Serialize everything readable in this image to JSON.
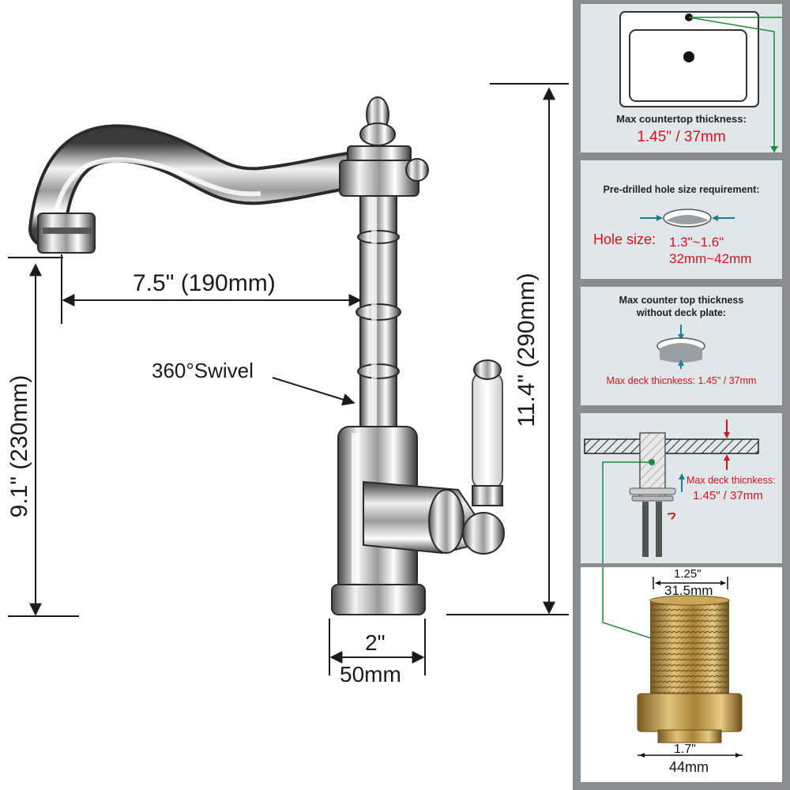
{
  "main": {
    "reach_label": "7.5\" (190mm)",
    "swivel_label": "360°Swivel",
    "spout_height_label": "9.1\" (230mm)",
    "total_height_label": "11.4\" (290mm)",
    "base_inch_label": "2\"",
    "base_mm_label": "50mm"
  },
  "panel": {
    "card1": {
      "title": "Max countertop thickness:",
      "value": "1.45\" / 37mm"
    },
    "card2": {
      "title": "Pre-drilled hole size requirement:",
      "hole_label": "Hole size:",
      "hole_inch": "1.3\"~1.6\"",
      "hole_mm": "32mm~42mm"
    },
    "card3": {
      "title_line1": "Max counter top thickness",
      "title_line2": "without deck plate:",
      "value": "Max deck thicnkess: 1.45\" / 37mm"
    },
    "card4": {
      "value_line1": "Max deck thicnkess:",
      "value_line2": "1.45\" / 37mm"
    },
    "card5": {
      "top_inch": "1.25\"",
      "top_mm": "31.5mm",
      "bottom_inch": "1.7\"",
      "bottom_mm": "44mm"
    }
  },
  "colors": {
    "panel_bg": "#8a8d8f",
    "card_bg": "#dfe7ea",
    "accent_red": "#d0151b",
    "accent_teal": "#1f7f8c",
    "guide_green": "#1e8a3a",
    "brass": "#b8964a"
  }
}
